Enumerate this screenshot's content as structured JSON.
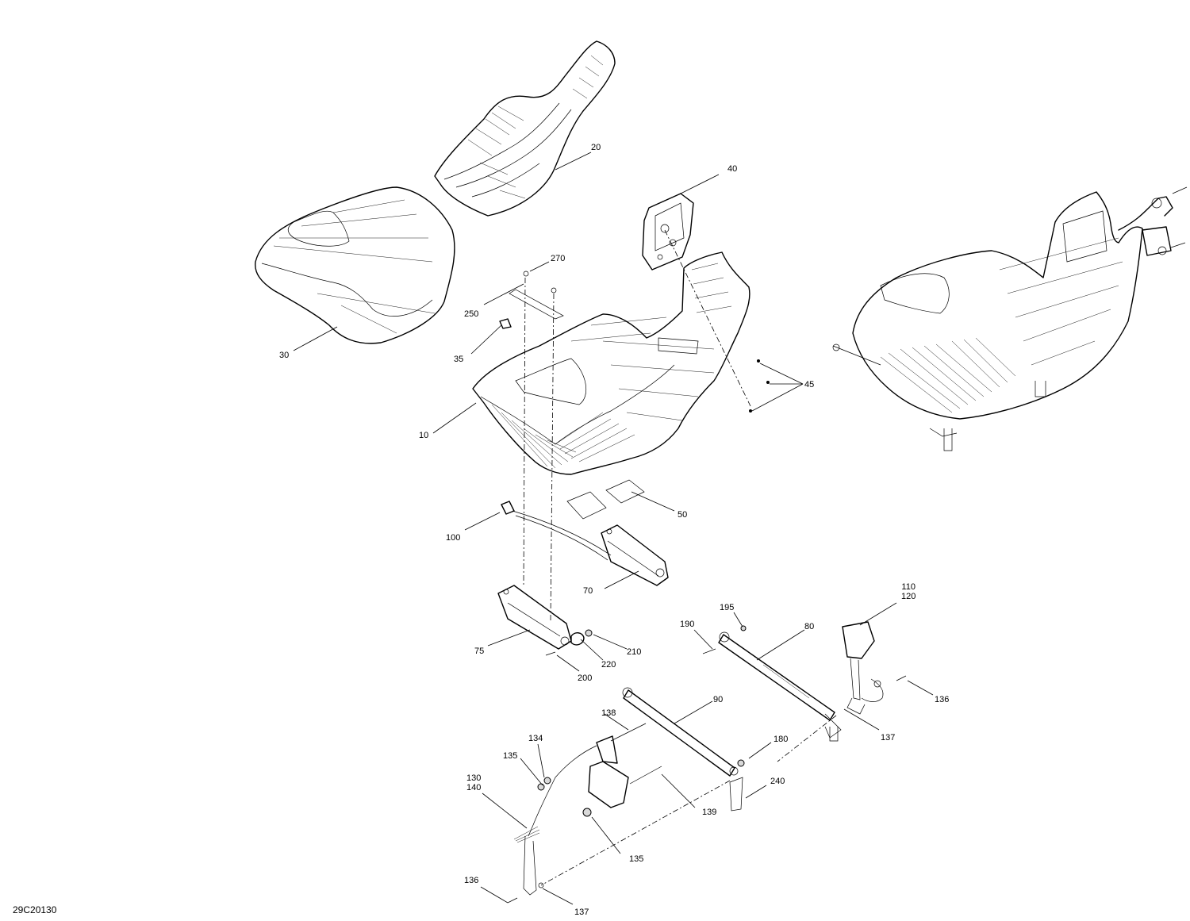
{
  "diagram": {
    "document_id": "29C20130",
    "callouts": {
      "c20": "20",
      "c40": "40",
      "c270": "270",
      "c250": "250",
      "c35": "35",
      "c30": "30",
      "c10": "10",
      "c45": "45",
      "c50": "50",
      "c100": "100",
      "c70": "70",
      "c75": "75",
      "c210": "210",
      "c220": "220",
      "c200": "200",
      "c110_120": "110\n120",
      "c195": "195",
      "c190": "190",
      "c80": "80",
      "c136a": "136",
      "c137a": "137",
      "c90": "90",
      "c138": "138",
      "c134": "134",
      "c135a": "135",
      "c180": "180",
      "c130_140": "130\n140",
      "c240": "240",
      "c139": "139",
      "c135b": "135",
      "c136b": "136",
      "c137b": "137"
    }
  }
}
